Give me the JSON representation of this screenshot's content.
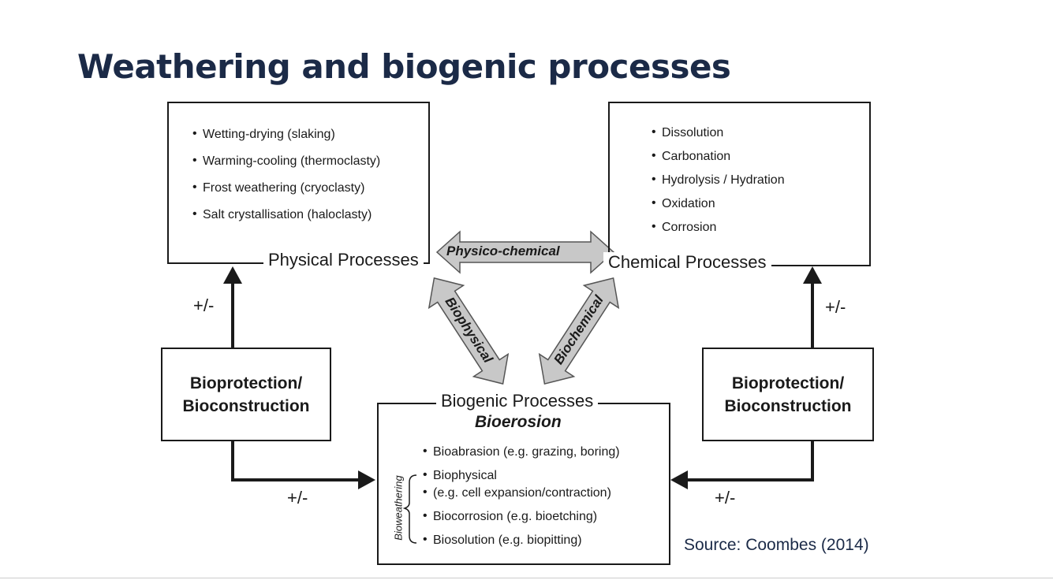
{
  "title": "Weathering and biogenic processes",
  "physical": {
    "label": "Physical Processes",
    "items": [
      "Wetting-drying (slaking)",
      "Warming-cooling (thermoclasty)",
      "Frost weathering (cryoclasty)",
      "Salt crystallisation (haloclasty)"
    ]
  },
  "chemical": {
    "label": "Chemical Processes",
    "items": [
      "Dissolution",
      "Carbonation",
      "Hydrolysis / Hydration",
      "Oxidation",
      "Corrosion"
    ]
  },
  "biogenic": {
    "label": "Biogenic Processes",
    "sublabel": "Bioerosion",
    "items": [
      "Bioabrasion (e.g. grazing, boring)",
      "Biophysical",
      "(e.g. cell expansion/contraction)",
      "Biocorrosion (e.g. bioetching)",
      "Biosolution (e.g. biopitting)"
    ],
    "bracket_label": "Bioweathering"
  },
  "bioprotection": {
    "line1": "Bioprotection/",
    "line2": "Bioconstruction"
  },
  "plus_minus": "+/-",
  "arrows": {
    "top": "Physico-chemical",
    "left": "Biophysical",
    "right": "Biochemical"
  },
  "source": "Source: Coombes (2014)",
  "colors": {
    "title": "#1b2a47",
    "arrow_fill": "#c8c8c8",
    "line": "#1a1a1a"
  }
}
